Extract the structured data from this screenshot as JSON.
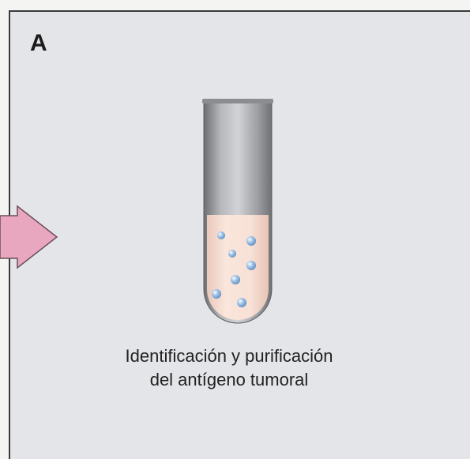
{
  "panel": {
    "letter": "A",
    "caption_line1": "Identificación y purificación",
    "caption_line2": "del antígeno tumoral"
  },
  "colors": {
    "panel_background": "#e4e5e8",
    "tube_glass": "#9a9b9f",
    "tube_liquid": "#f6dccf",
    "particles": "#8fb6de",
    "arrow_fill": "#e8a6bf",
    "arrow_stroke": "#6b4e5a"
  }
}
